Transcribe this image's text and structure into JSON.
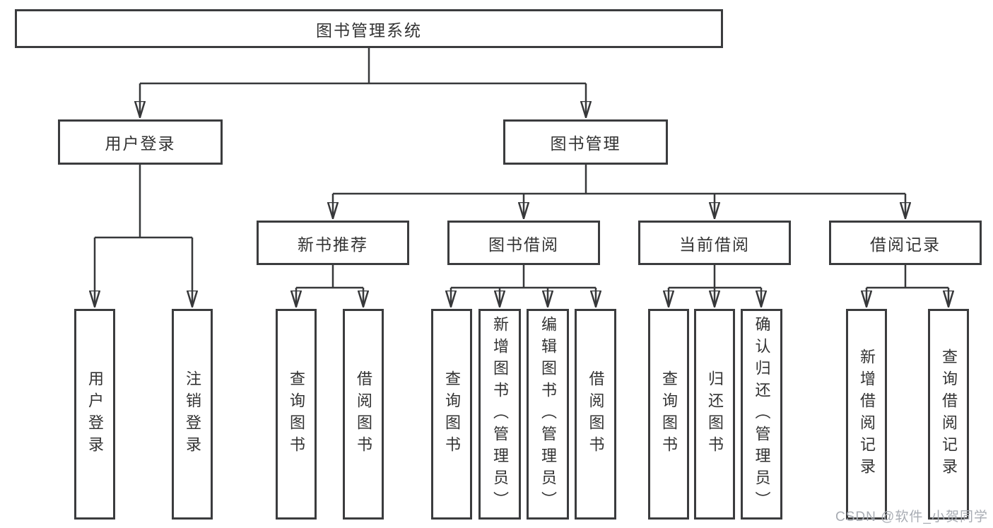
{
  "diagram_type": "hierarchy-tree",
  "nodes": {
    "root": "图书管理系统",
    "user_login": "用户登录",
    "book_mgmt": "图书管理",
    "new_book_rec": "新书推荐",
    "book_borrow": "图书借阅",
    "current_borrow": "当前借阅",
    "borrow_records": "借阅记录",
    "leaf_user_login": "用户登录",
    "leaf_logout": "注销登录",
    "leaf_query_book_1": "查询图书",
    "leaf_borrow_book_1": "借阅图书",
    "leaf_query_book_2": "查询图书",
    "leaf_add_book": "新增图书（管理员）",
    "leaf_edit_book": "编辑图书（管理员）",
    "leaf_borrow_book_2": "借阅图书",
    "leaf_query_book_3": "查询图书",
    "leaf_return_book": "归还图书",
    "leaf_confirm_return": "确认归还（管理员）",
    "leaf_add_record": "新增借阅记录",
    "leaf_query_record": "查询借阅记录"
  },
  "structure": {
    "图书管理系统": {
      "用户登录": [
        "用户登录",
        "注销登录"
      ],
      "图书管理": {
        "新书推荐": [
          "查询图书",
          "借阅图书"
        ],
        "图书借阅": [
          "查询图书",
          "新增图书（管理员）",
          "编辑图书（管理员）",
          "借阅图书"
        ],
        "当前借阅": [
          "查询图书",
          "归还图书",
          "确认归还（管理员）"
        ],
        "借阅记录": [
          "新增借阅记录",
          "查询借阅记录"
        ]
      }
    }
  },
  "watermark": "CSDN @软件_小贺同学",
  "colors": {
    "line": "#37383a",
    "box_border": "#3b3c3e",
    "text": "#333333",
    "watermark_text": "#a8acb3",
    "background": "#ffffff"
  }
}
